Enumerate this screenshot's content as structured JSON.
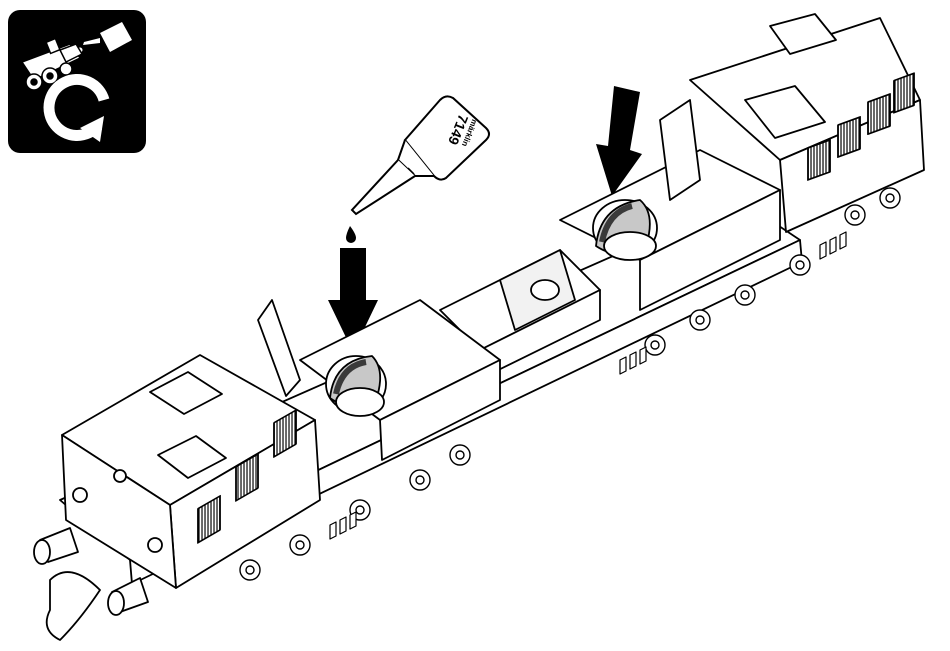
{
  "diagram": {
    "maintenance_icon": {
      "icon": "oil-maintenance-cycle-icon",
      "background_color": "#000000",
      "foreground_color": "#ffffff"
    },
    "oil_bottle": {
      "brand_label": "märklin",
      "product_number": "7149"
    },
    "lubrication_points": [
      {
        "name": "front-gear-lubrication-point"
      },
      {
        "name": "rear-gear-lubrication-point"
      }
    ],
    "colors": {
      "line": "#000000",
      "fill": "#ffffff",
      "shade": "#c8c8c8",
      "gear_dark": "#3a3a3a"
    }
  }
}
